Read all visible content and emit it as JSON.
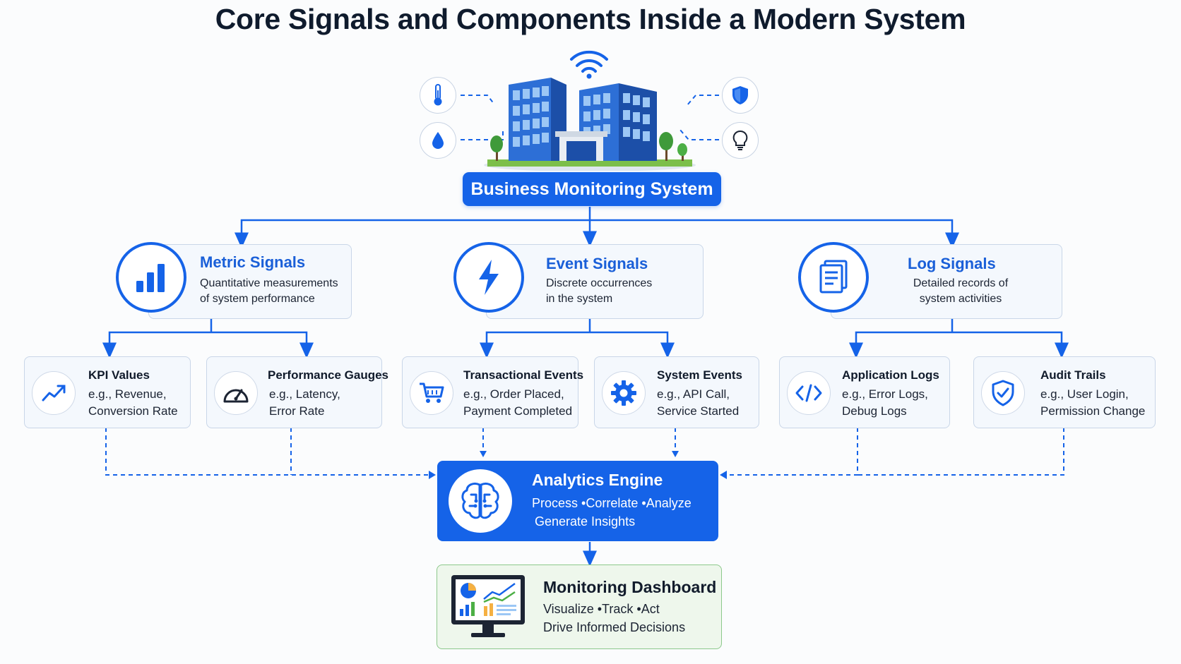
{
  "title": "Core Signals and Components Inside a Modern System",
  "system": {
    "label": "Business Monitoring System",
    "sensors": [
      {
        "icon": "thermometer-icon"
      },
      {
        "icon": "water-drop-icon"
      },
      {
        "icon": "shield-icon"
      },
      {
        "icon": "lightbulb-icon"
      },
      {
        "icon": "wifi-icon"
      }
    ]
  },
  "signals": [
    {
      "title": "Metric Signals",
      "desc_line1": "Quantitative measurements",
      "desc_line2": "of system performance",
      "icon": "bar-chart-icon",
      "children": [
        {
          "title": "KPI Values",
          "line1": "e.g., Revenue,",
          "line2": "Conversion Rate",
          "icon": "trend-line-icon"
        },
        {
          "title": "Performance Gauges",
          "line1": "e.g., Latency,",
          "line2": "Error Rate",
          "icon": "gauge-icon"
        }
      ]
    },
    {
      "title": "Event Signals",
      "desc_line1": "Discrete occurrences",
      "desc_line2": "in the system",
      "icon": "lightning-icon",
      "children": [
        {
          "title": "Transactional Events",
          "line1": "e.g., Order Placed,",
          "line2": "Payment Completed",
          "icon": "shopping-cart-icon"
        },
        {
          "title": "System Events",
          "line1": "e.g., API Call,",
          "line2": "Service Started",
          "icon": "gear-icon"
        }
      ]
    },
    {
      "title": "Log Signals",
      "desc_line1": "Detailed records of",
      "desc_line2": "system activities",
      "icon": "document-icon",
      "children": [
        {
          "title": "Application Logs",
          "line1": "e.g., Error Logs,",
          "line2": "Debug Logs",
          "icon": "code-icon"
        },
        {
          "title": "Audit Trails",
          "line1": "e.g., User Login,",
          "line2": "Permission Change",
          "icon": "shield-check-icon"
        }
      ]
    }
  ],
  "engine": {
    "title": "Analytics Engine",
    "steps": [
      "Process",
      "Correlate",
      "Analyze"
    ],
    "line2": "Generate Insights",
    "icon": "brain-circuit-icon"
  },
  "dashboard": {
    "title": "Monitoring Dashboard",
    "steps": [
      "Visualize",
      "Track",
      "Act"
    ],
    "line2": "Drive Informed Decisions",
    "icon": "monitor-dashboard-icon"
  },
  "colors": {
    "primary": "#1563e8",
    "card_bg": "#f4f8fd",
    "card_border": "#c9d6e8",
    "dashboard_bg": "#eef7ec",
    "dashboard_border": "#8cc88b"
  }
}
